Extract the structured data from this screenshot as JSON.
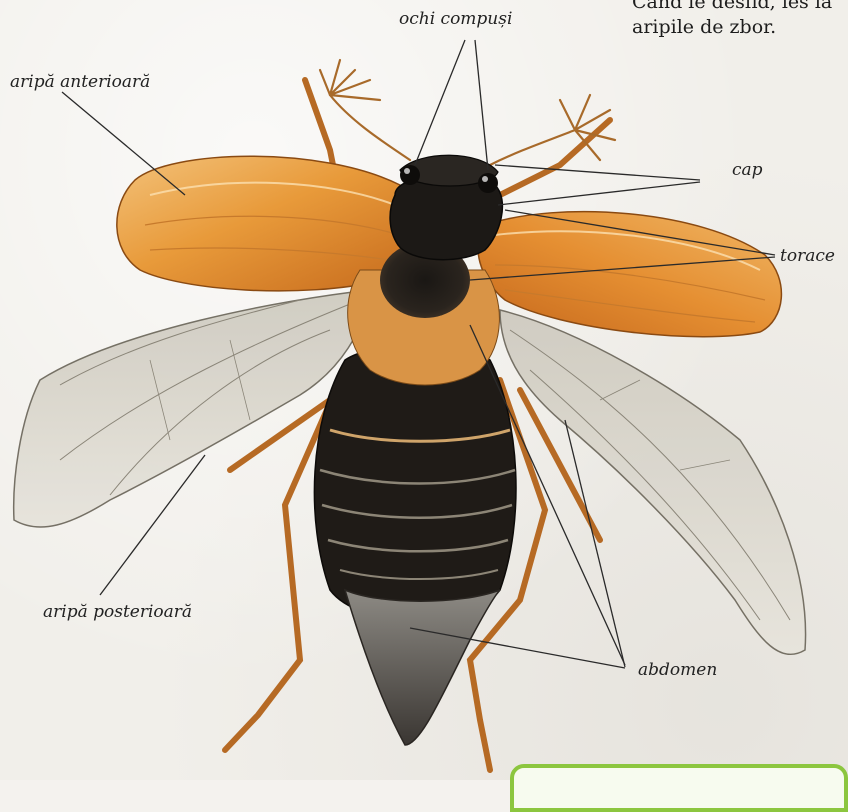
{
  "colors": {
    "elytra_orange": "#e08a2a",
    "body_black": "#1e1a16",
    "wing_membrane": "#d9d6cc",
    "label_line": "#2a2a2a",
    "accent_green": "#8cc63f"
  },
  "top_text": {
    "line1": "Când le desfid, ies la",
    "line2": "aripile de zbor."
  },
  "labels": {
    "compound_eyes": "ochi compuși",
    "forewing": "aripă anterioară",
    "head": "cap",
    "thorax": "torace",
    "hindwing": "aripă posterioară",
    "abdomen": "abdomen"
  }
}
